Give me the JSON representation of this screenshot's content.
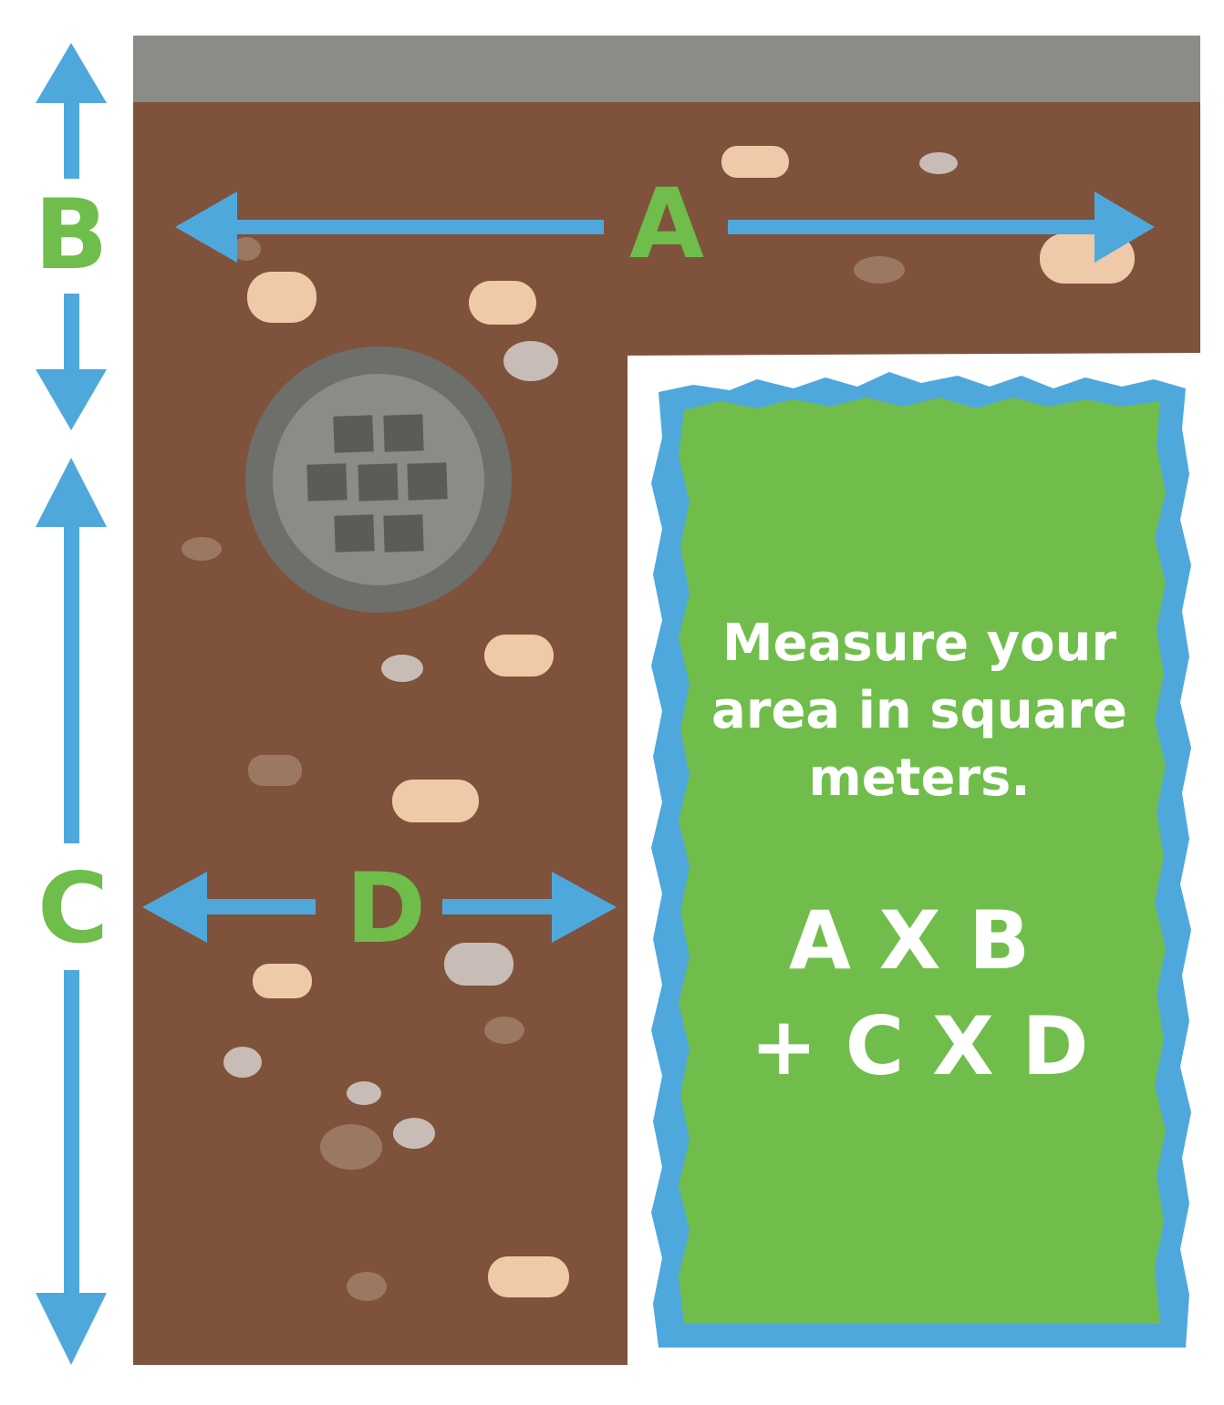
{
  "labels": {
    "a": "A",
    "b": "B",
    "c": "C",
    "d": "D"
  },
  "instruction": {
    "line1": "Measure your",
    "line2": "area in square",
    "line3": "meters."
  },
  "formula": {
    "line1": "A X B",
    "line2": "+ C X D"
  },
  "colors": {
    "soil": "#7f523b",
    "concrete": "#8a8c88",
    "arrow": "#4fa8dc",
    "label": "#6fbd4a",
    "grass": "#70bd4c",
    "water_edge": "#4fa8dc",
    "drain": "#6d6f6b",
    "drain_grate": "#5b5c57",
    "pebble_tan": "#efcaa8",
    "pebble_gray": "#c8bdb6",
    "pebble_dark": "#9b7862",
    "text_white": "#ffffff"
  },
  "icons": {
    "drain": "drain-grate-icon",
    "arrow": "double-headed-arrow-icon"
  }
}
